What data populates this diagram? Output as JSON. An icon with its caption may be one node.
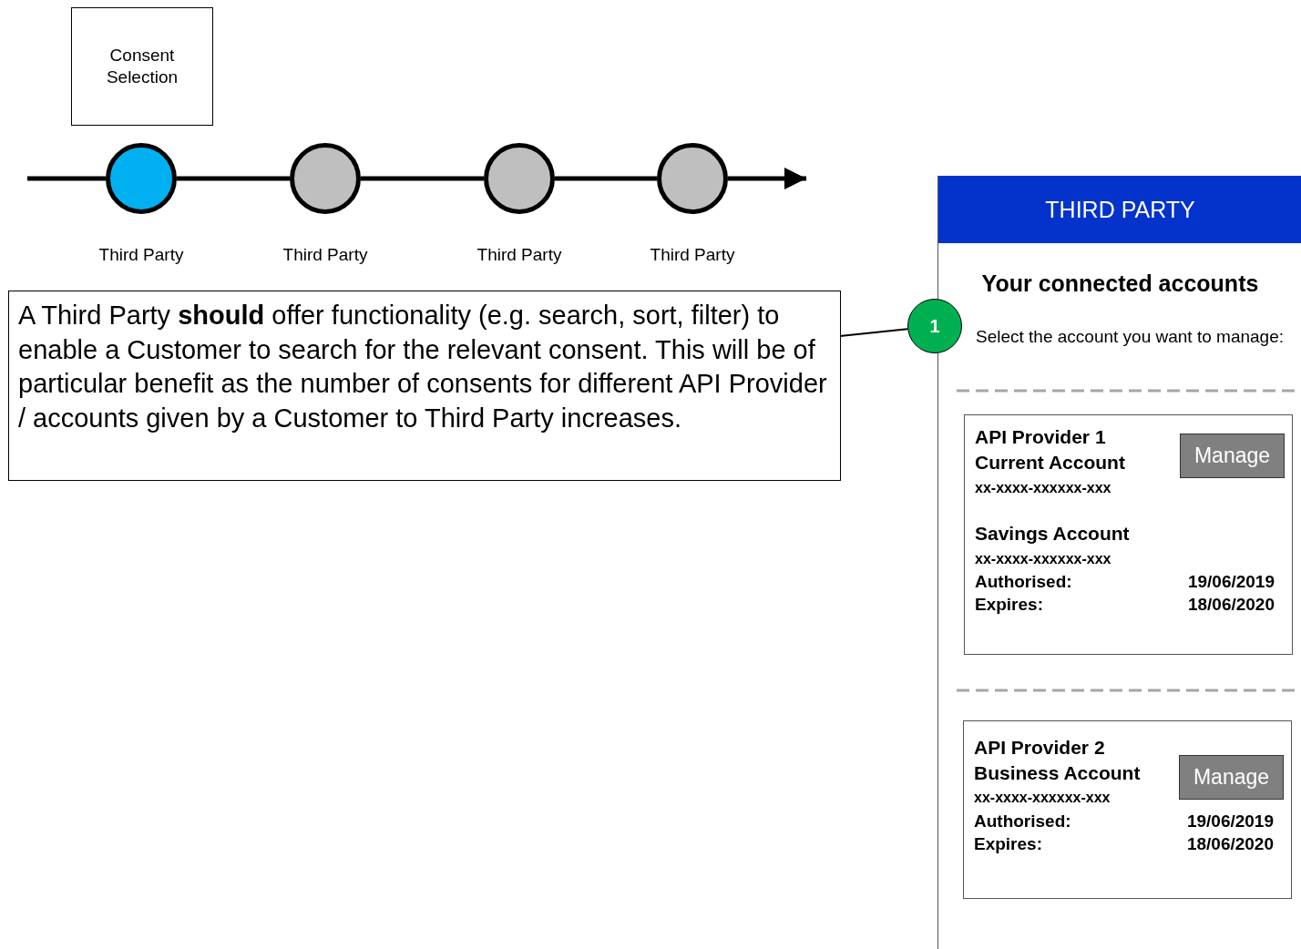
{
  "diagram": {
    "nodes": [
      {
        "text": [
          "Consent Selection"
        ]
      },
      {
        "text": [],
        "shape": "circle",
        "beside": [
          "Third Party"
        ]
      },
      {
        "text": [],
        "shape": "circle",
        "beside": [
          "Third Party"
        ]
      },
      {
        "text": [],
        "shape": "circle",
        "beside": [
          "Third Party"
        ]
      },
      {
        "text": [],
        "shape": "circle",
        "beside": [
          "Third Party"
        ]
      },
      {
        "text": [
          "A Third Party **should** offer functionality (e.g. search, sort, filter) to enable a Customer to search for the relevant consent. This will be of particular benefit as the number of consents for different API Provider / accounts given by a Customer to Third Party increases."
        ]
      },
      {
        "text": [
          "1"
        ]
      },
      {
        "text": [
          "Your connected accounts",
          "Select the account you want to manage:"
        ]
      },
      {
        "text": [
          "THIRD PARTY"
        ],
        "in": 7
      },
      {
        "text": [
          "API Provider 1 Current Account",
          "xx-xxxx-xxxxxx-xxx",
          "Savings Account",
          "xx-xxxx-xxxxxx-xxx",
          "Authorised:",
          "19/06/2019",
          "Expires:",
          "18/06/2020"
        ],
        "in": 7
      },
      {
        "text": [
          "Manage"
        ],
        "in": 9
      },
      {
        "text": [
          "API Provider 2 Business Account",
          "xx-xxxx-xxxxxx-xxx",
          "Authorised:",
          "19/06/2019",
          "Expires:",
          "18/06/2020"
        ],
        "in": 7
      },
      {
        "text": [
          "Manage"
        ],
        "in": 11
      }
    ],
    "edges": [
      {
        "from": null,
        "to": 1,
        "arrow": "none"
      },
      {
        "from": 1,
        "to": 2,
        "arrow": "none"
      },
      {
        "from": 2,
        "to": 3,
        "arrow": "none"
      },
      {
        "from": 3,
        "to": 4,
        "arrow": "none"
      },
      {
        "from": 4,
        "to": null,
        "arrow": "to"
      },
      {
        "from": 5,
        "to": 6,
        "arrow": "none"
      }
    ]
  }
}
